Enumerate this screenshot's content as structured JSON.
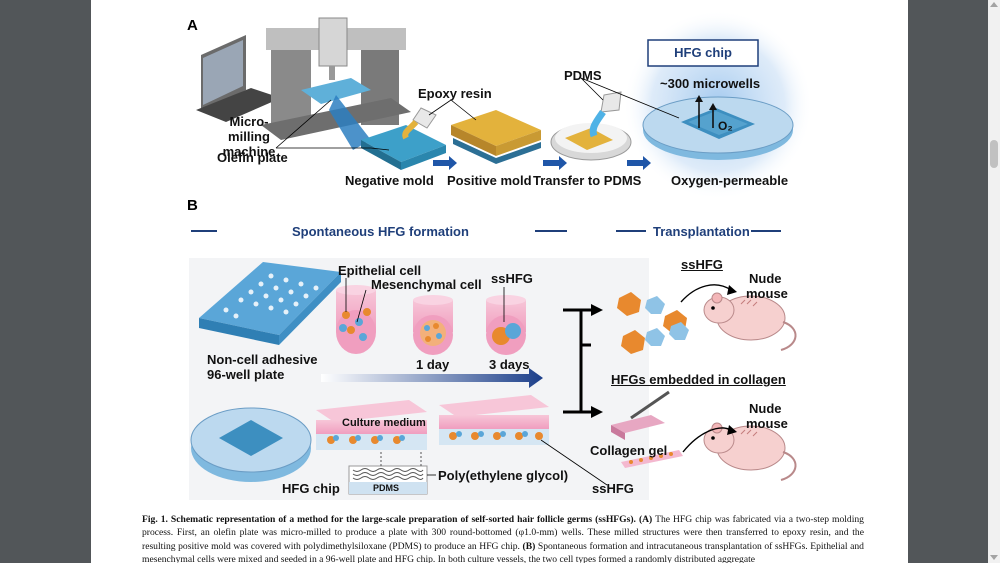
{
  "panel_a": {
    "letter": "A",
    "machine_label": "Micro-milling machine",
    "olefin_label": "Olefin plate",
    "epoxy_label": "Epoxy resin",
    "pdms_label": "PDMS",
    "chip_title": "HFG chip",
    "microwells_label": "~300 microwells",
    "o2_label": "O₂",
    "step_negative": "Negative mold",
    "step_positive": "Positive mold",
    "step_transfer": "Transfer to PDMS",
    "step_oxygen": "Oxygen-permeable"
  },
  "panel_b": {
    "letter": "B",
    "header_formation": "Spontaneous HFG formation",
    "header_transplant": "Transplantation",
    "epithelial_label": "Epithelial cell",
    "mesenchymal_label": "Mesenchymal cell",
    "sshfg_top": "ssHFG",
    "plate_label_1": "Non-cell adhesive",
    "plate_label_2": "96-well plate",
    "day1_label": "1 day",
    "day3_label": "3 days",
    "sshfg_right": "ssHFG",
    "nude_mouse_top_1": "Nude",
    "nude_mouse_top_2": "mouse",
    "embedded_label": "HFGs embedded in collagen",
    "collagen_label": "Collagen gel",
    "nude_mouse_bottom_1": "Nude",
    "nude_mouse_bottom_2": "mouse",
    "culture_label": "Culture medium",
    "peg_label": "Poly(ethylene glycol)",
    "pdms_label": "PDMS",
    "hfg_chip_label": "HFG chip",
    "sshfg_bottom": "ssHFG"
  },
  "caption": {
    "fig_label": "Fig. 1.",
    "title": "Schematic representation of a method for the large-scale preparation of self-sorted hair follicle germs (ssHFGs).",
    "a_ref": "(A)",
    "text_1": "The HFG chip was fabricated via a two-step molding process. First, an olefin plate was micro-milled to produce a plate with 300 round-bottomed (φ1.0-mm) wells. These milled structures were then transferred to epoxy resin, and the resulting positive mold was covered with polydimethylsiloxane (PDMS) to produce an HFG chip.",
    "b_ref": "(B)",
    "text_2": "Spontaneous formation and intracutaneous transplantation of ssHFGs. Epithelial and mesenchymal cells were mixed and seeded in a 96-well plate and HFG chip. In both culture vessels, the two cell types formed a randomly distributed aggregate"
  },
  "colors": {
    "header_blue": "#1f3f7a",
    "gold": "#e3b23c",
    "chip_blue": "#5aa6d8",
    "pink": "#f4a9c4",
    "orange": "#e8892e"
  }
}
